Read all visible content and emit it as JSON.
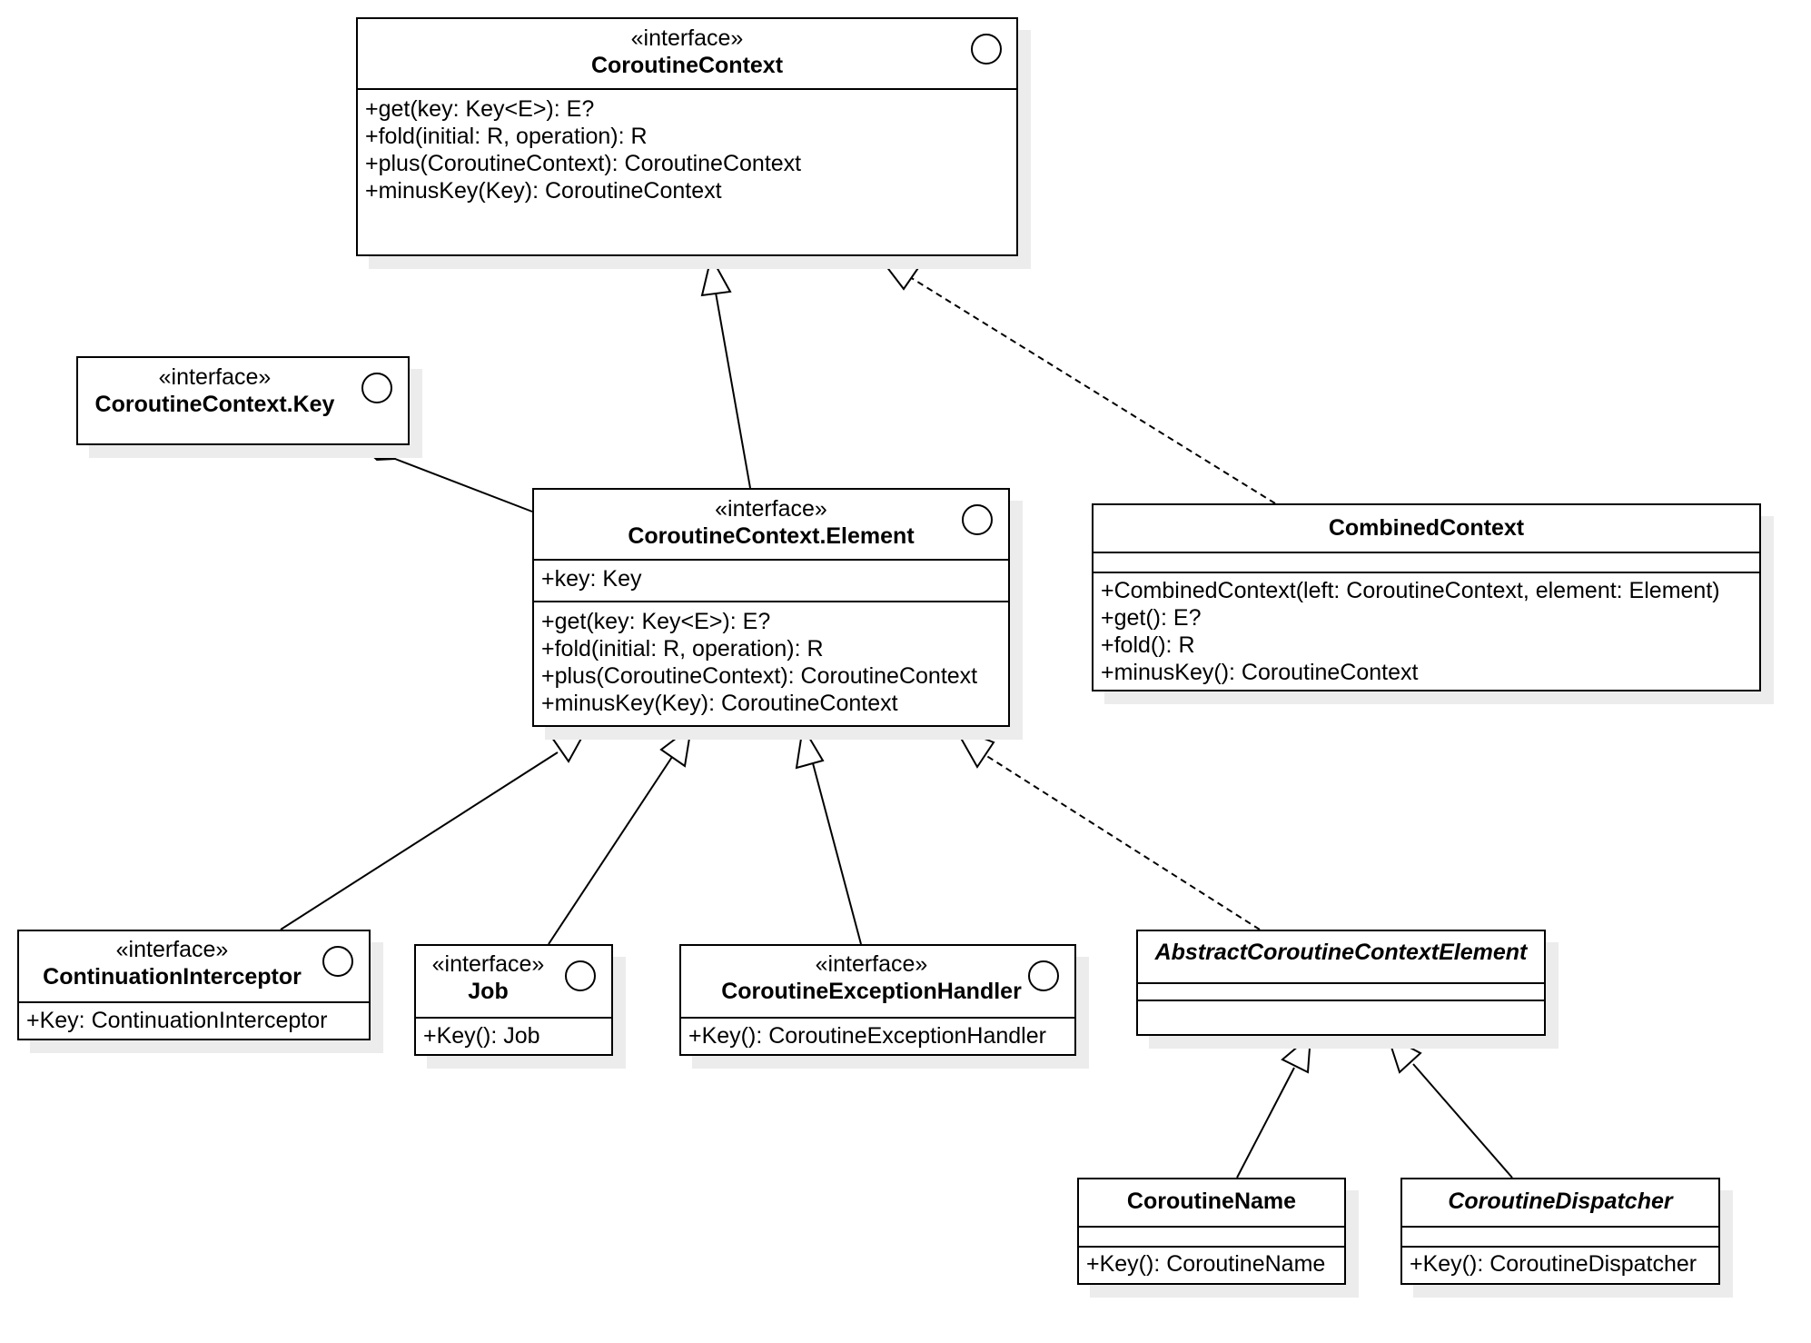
{
  "diagram": {
    "stereotype": "«interface»",
    "classes": {
      "coroutine_context": {
        "name": "CoroutineContext",
        "operations": [
          "+get(key: Key<E>): E?",
          "+fold(initial: R, operation): R",
          "+plus(CoroutineContext): CoroutineContext",
          "+minusKey(Key): CoroutineContext"
        ]
      },
      "context_key": {
        "name": "CoroutineContext.Key"
      },
      "context_element": {
        "name": "CoroutineContext.Element",
        "attributes": [
          "+key: Key"
        ],
        "operations": [
          "+get(key: Key<E>): E?",
          "+fold(initial: R, operation): R",
          "+plus(CoroutineContext): CoroutineContext",
          "+minusKey(Key): CoroutineContext"
        ]
      },
      "combined_context": {
        "name": "CombinedContext",
        "operations": [
          "+CombinedContext(left: CoroutineContext, element: Element)",
          "+get(): E?",
          "+fold(): R",
          "+minusKey(): CoroutineContext"
        ]
      },
      "continuation_interceptor": {
        "name": "ContinuationInterceptor",
        "members": [
          "+Key: ContinuationInterceptor"
        ]
      },
      "job": {
        "name": "Job",
        "members": [
          "+Key(): Job"
        ]
      },
      "exception_handler": {
        "name": "CoroutineExceptionHandler",
        "members": [
          "+Key(): CoroutineExceptionHandler"
        ]
      },
      "abstract_element": {
        "name": "AbstractCoroutineContextElement"
      },
      "coroutine_name": {
        "name": "CoroutineName",
        "members": [
          "+Key(): CoroutineName"
        ]
      },
      "coroutine_dispatcher": {
        "name": "CoroutineDispatcher",
        "members": [
          "+Key(): CoroutineDispatcher"
        ]
      }
    }
  }
}
